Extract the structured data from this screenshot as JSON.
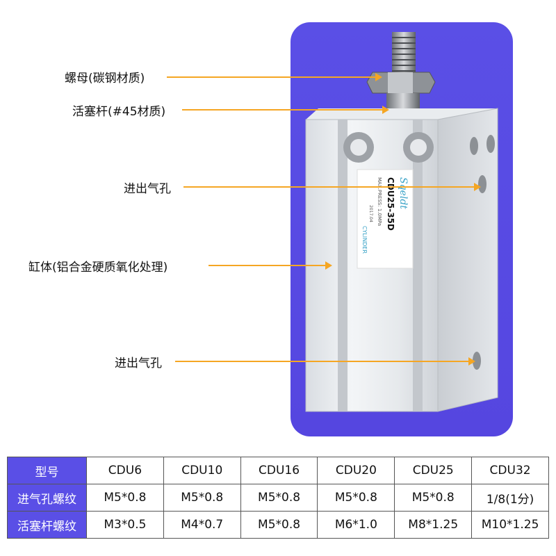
{
  "callouts": [
    {
      "label": "螺母(碳钢材质)"
    },
    {
      "label": "活塞杆(#45材质)"
    },
    {
      "label": "进出气孔"
    },
    {
      "label": "缸体(铝合金硬质氧化处理)"
    },
    {
      "label": "进出气孔"
    }
  ],
  "product_label": {
    "brand": "Sqeldt",
    "model": "CDU25-35D",
    "subtitle": "CYLINDER",
    "max_press": "MAX.PRESS: 1.0MPa",
    "date": "2017.04"
  },
  "colors": {
    "panel": "#5a4fe6",
    "accent_line": "#f5a623",
    "table_header": "#5a4fe6"
  },
  "table": {
    "headers": [
      "型号",
      "CDU6",
      "CDU10",
      "CDU16",
      "CDU20",
      "CDU25",
      "CDU32"
    ],
    "rows": [
      {
        "label": "进气孔螺纹",
        "cells": [
          "M5*0.8",
          "M5*0.8",
          "M5*0.8",
          "M5*0.8",
          "M5*0.8",
          "1/8(1分)"
        ]
      },
      {
        "label": "活塞杆螺纹",
        "cells": [
          "M3*0.5",
          "M4*0.7",
          "M5*0.8",
          "M6*1.0",
          "M8*1.25",
          "M10*1.25"
        ]
      }
    ]
  }
}
